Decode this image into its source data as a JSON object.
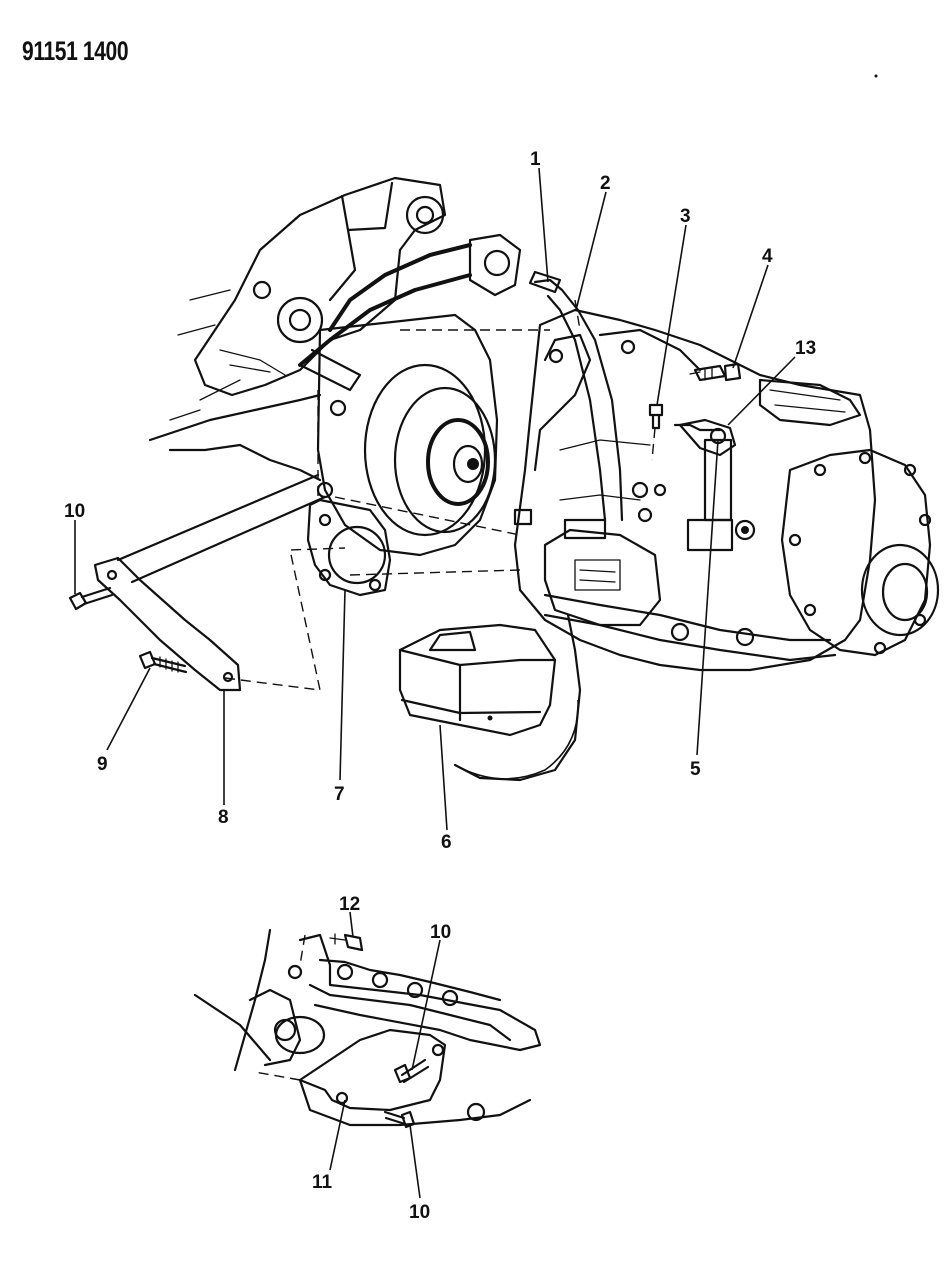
{
  "document": {
    "id_text": "91151 1400"
  },
  "callouts": {
    "c1": "1",
    "c2": "2",
    "c3": "3",
    "c4": "4",
    "c13": "13",
    "c10a": "10",
    "c9": "9",
    "c8": "8",
    "c7": "7",
    "c6": "6",
    "c5": "5",
    "c12": "12",
    "c10b": "10",
    "c11": "11",
    "c10c": "10"
  },
  "colors": {
    "ink": "#111111",
    "paper": "#ffffff"
  }
}
